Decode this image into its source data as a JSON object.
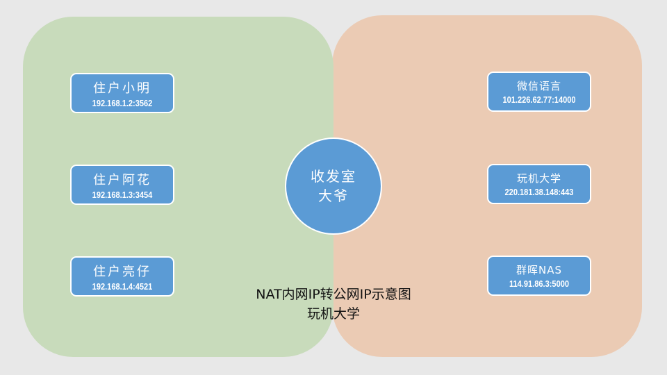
{
  "left_nodes": [
    {
      "name": "住户小明",
      "ip": "192.168.1.2:3562"
    },
    {
      "name": "住户阿花",
      "ip": "192.168.1.3:3454"
    },
    {
      "name": "住户亮仔",
      "ip": "192.168.1.4:4521"
    }
  ],
  "right_nodes": [
    {
      "name": "微信语言",
      "ip": "101.226.62.77:14000"
    },
    {
      "name": "玩机大学",
      "ip": "220.181.38.148:443"
    },
    {
      "name": "群晖NAS",
      "ip": "114.91.86.3:5000"
    }
  ],
  "hub": {
    "line1": "收发室",
    "line2": "大爷"
  },
  "caption": {
    "title": "NAT内网IP转公网IP示意图",
    "subtitle": "玩机大学"
  },
  "colors": {
    "lan": "#c8dbbb",
    "wan": "#ebcbb4",
    "node": "#5b9bd5"
  }
}
